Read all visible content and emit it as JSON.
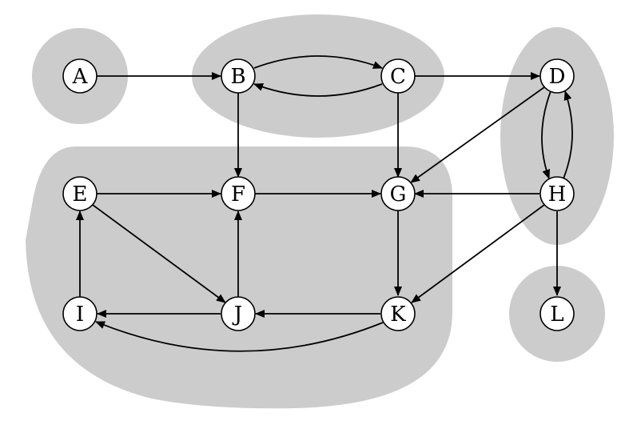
{
  "diagram": {
    "colors": {
      "region": "#cccccc",
      "node_fill": "#ffffff",
      "stroke": "#000000"
    },
    "nodes": [
      {
        "id": "A",
        "label": "A"
      },
      {
        "id": "B",
        "label": "B"
      },
      {
        "id": "C",
        "label": "C"
      },
      {
        "id": "D",
        "label": "D"
      },
      {
        "id": "E",
        "label": "E"
      },
      {
        "id": "F",
        "label": "F"
      },
      {
        "id": "G",
        "label": "G"
      },
      {
        "id": "H",
        "label": "H"
      },
      {
        "id": "I",
        "label": "I"
      },
      {
        "id": "J",
        "label": "J"
      },
      {
        "id": "K",
        "label": "K"
      },
      {
        "id": "L",
        "label": "L"
      }
    ],
    "edges": [
      {
        "from": "A",
        "to": "B"
      },
      {
        "from": "B",
        "to": "C"
      },
      {
        "from": "C",
        "to": "B"
      },
      {
        "from": "C",
        "to": "D"
      },
      {
        "from": "B",
        "to": "F"
      },
      {
        "from": "C",
        "to": "G"
      },
      {
        "from": "D",
        "to": "G"
      },
      {
        "from": "D",
        "to": "H"
      },
      {
        "from": "H",
        "to": "D"
      },
      {
        "from": "E",
        "to": "F"
      },
      {
        "from": "F",
        "to": "G"
      },
      {
        "from": "H",
        "to": "G"
      },
      {
        "from": "E",
        "to": "J"
      },
      {
        "from": "I",
        "to": "E"
      },
      {
        "from": "J",
        "to": "F"
      },
      {
        "from": "G",
        "to": "K"
      },
      {
        "from": "H",
        "to": "K"
      },
      {
        "from": "H",
        "to": "L"
      },
      {
        "from": "J",
        "to": "I"
      },
      {
        "from": "K",
        "to": "J"
      },
      {
        "from": "K",
        "to": "I"
      }
    ],
    "groups": [
      {
        "id": "group-a",
        "members": [
          "A"
        ]
      },
      {
        "id": "group-bc",
        "members": [
          "B",
          "C"
        ]
      },
      {
        "id": "group-dh",
        "members": [
          "D",
          "H"
        ]
      },
      {
        "id": "group-efgijk",
        "members": [
          "E",
          "F",
          "G",
          "I",
          "J",
          "K"
        ]
      },
      {
        "id": "group-l",
        "members": [
          "L"
        ]
      }
    ]
  }
}
